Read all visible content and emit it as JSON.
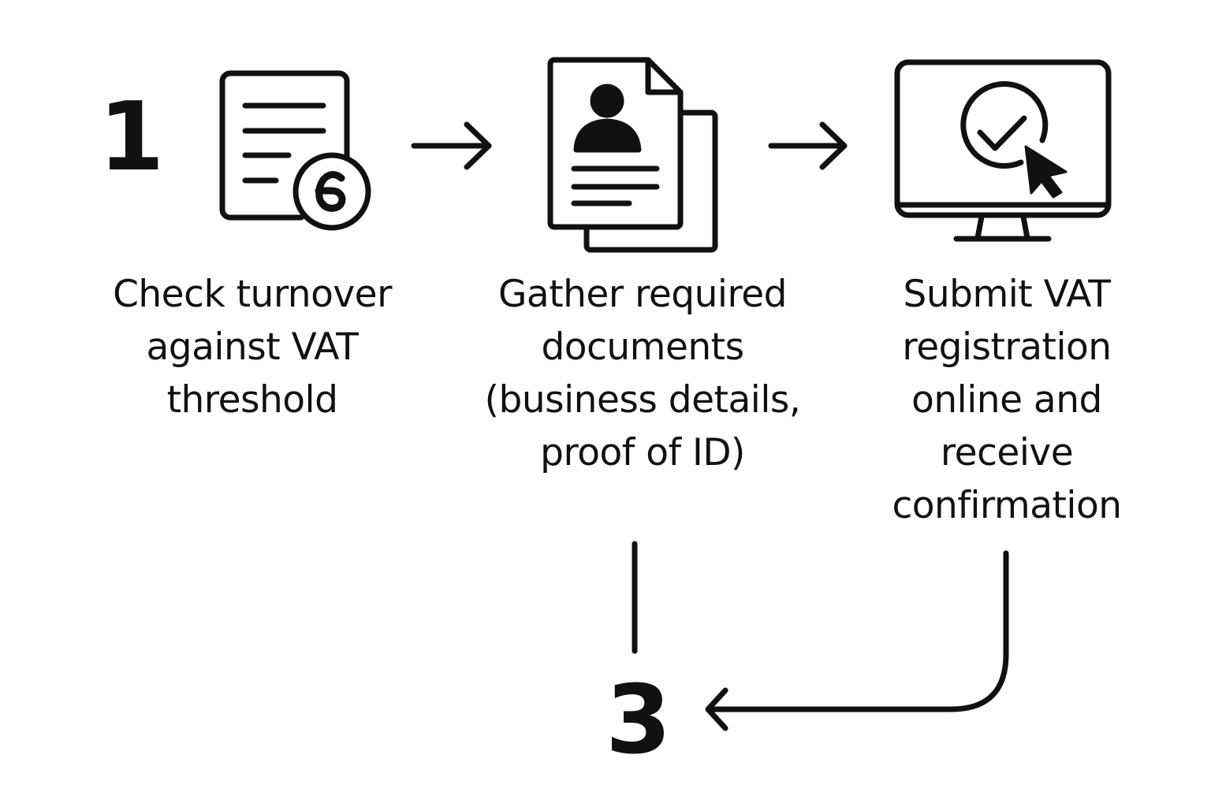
{
  "colors": {
    "ink": "#111111",
    "background": "#ffffff"
  },
  "start_number": "1",
  "end_number": "3",
  "steps": [
    {
      "icon": "document-with-currency-icon",
      "lines": [
        "Check turnover",
        "against VAT",
        "threshold"
      ]
    },
    {
      "icon": "id-documents-icon",
      "lines": [
        "Gather required",
        "documents",
        "(business details,",
        "proof of ID)"
      ]
    },
    {
      "icon": "monitor-checkmark-cursor-icon",
      "lines": [
        "Submit VAT",
        "registration",
        "online and",
        "receive",
        "confirmation"
      ]
    }
  ]
}
